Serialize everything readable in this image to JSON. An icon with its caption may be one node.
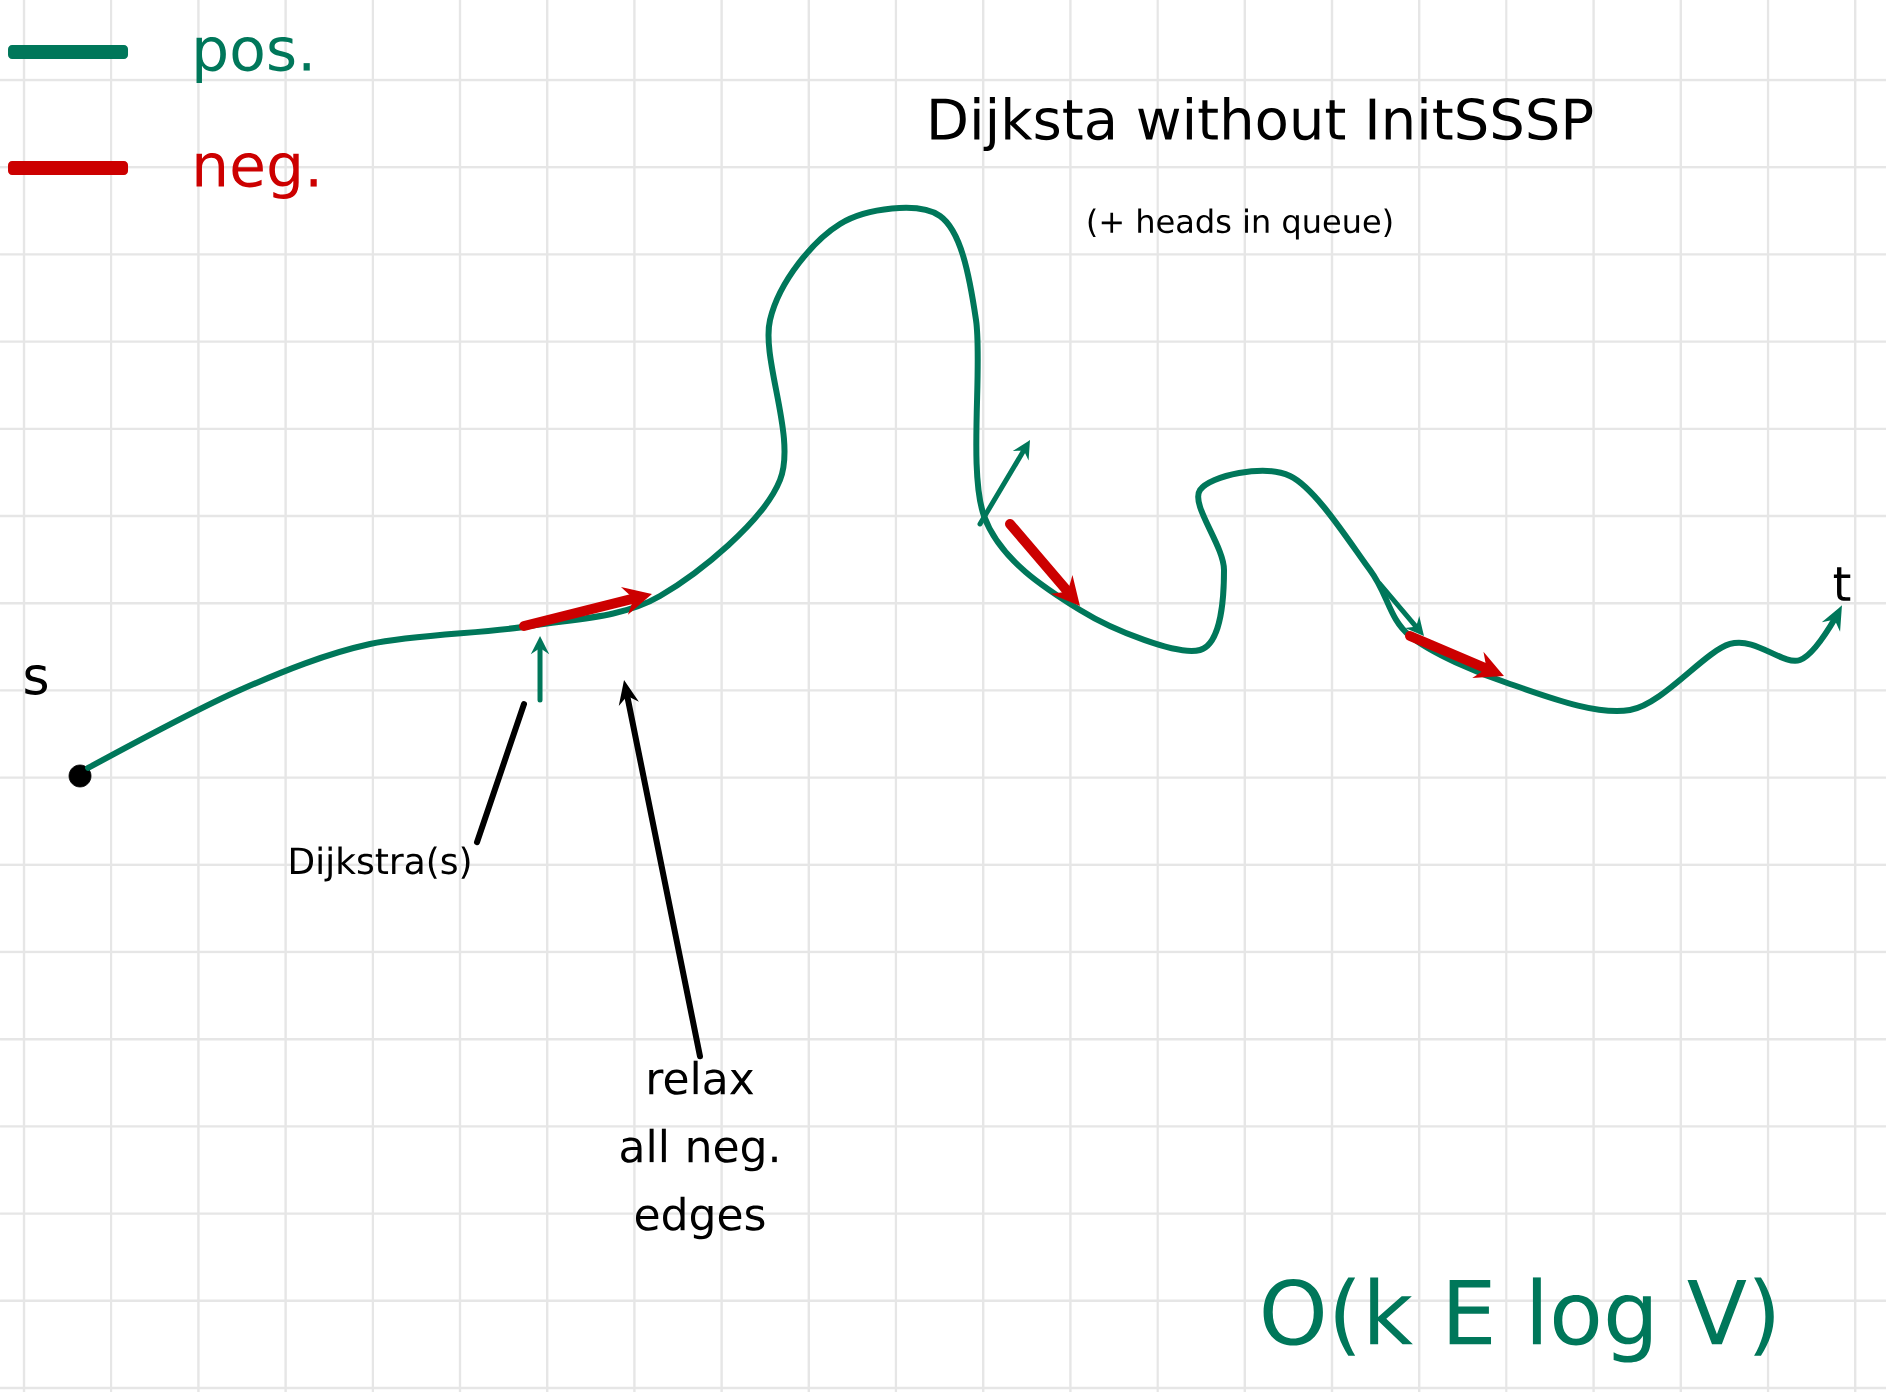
{
  "diagram": {
    "nodes": [
      {
        "text": [],
        "shape": "circle",
        "beside": [
          "s"
        ]
      },
      {
        "text": [
          "t"
        ]
      },
      {
        "text": [
          "Dijkstra(s)"
        ]
      },
      {
        "text": [
          "relax all neg. edges"
        ]
      }
    ],
    "edges": [
      {
        "from": 0,
        "to": 1,
        "arrow": "to",
        "color": "#00775a"
      },
      {
        "from": 2,
        "to": null,
        "arrow": "none"
      },
      {
        "from": 3,
        "to": null,
        "arrow": "to"
      }
    ],
    "labels": [
      "Dijksta without InitSSSP",
      "(+ heads in queue)",
      "O(k E log V)"
    ],
    "legend": [
      {
        "text": "pos.",
        "color": "#00775a"
      },
      {
        "text": "neg.",
        "color": "#cc0000"
      }
    ]
  }
}
